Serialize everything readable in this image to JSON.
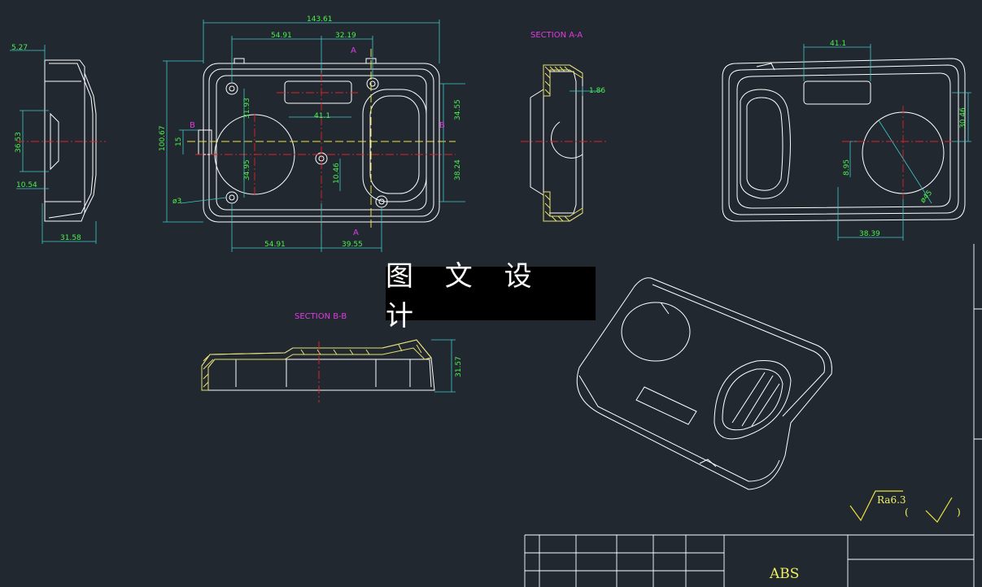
{
  "colors": {
    "background": "#212830",
    "outline": "#ffffff",
    "dimension": "#4cf04c",
    "dimension_line": "#3fc9c9",
    "center": "#e0202a",
    "section": "#e03ce0",
    "hatch": "#e8e070",
    "hidden": "#f0e040"
  },
  "watermark": "图 文 设 计",
  "labels": {
    "section_aa": "SECTION A-A",
    "section_bb": "SECTION B-B",
    "cut_a_top": "A",
    "cut_a_bottom": "A",
    "cut_b_left": "B",
    "cut_b_right": "B"
  },
  "dims": {
    "d_143_61": "143.61",
    "d_54_91_top": "54.91",
    "d_32_19": "32.19",
    "d_41_1_front": "41.1",
    "d_100_67": "100.67",
    "d_15": "15",
    "d_31_93": "31.93",
    "d_34_95": "34.95",
    "d_10_46": "10.46",
    "d_34_55": "34.55",
    "d_38_24": "38.24",
    "d_phi3": "ø3",
    "d_54_91_bottom": "54.91",
    "d_39_55": "39.55",
    "d_5_27": "5.27",
    "d_36_53": "36.53",
    "d_10_54": "10.54",
    "d_31_58": "31.58",
    "d_1_86": "1.86",
    "d_41_1_rear": "41.1",
    "d_30_46": "30.46",
    "d_8_95": "8.95",
    "d_38_39": "38.39",
    "d_phi45": "ø45",
    "d_31_57": "31.57"
  },
  "roughness": "Ra6.3",
  "material": "ABS"
}
